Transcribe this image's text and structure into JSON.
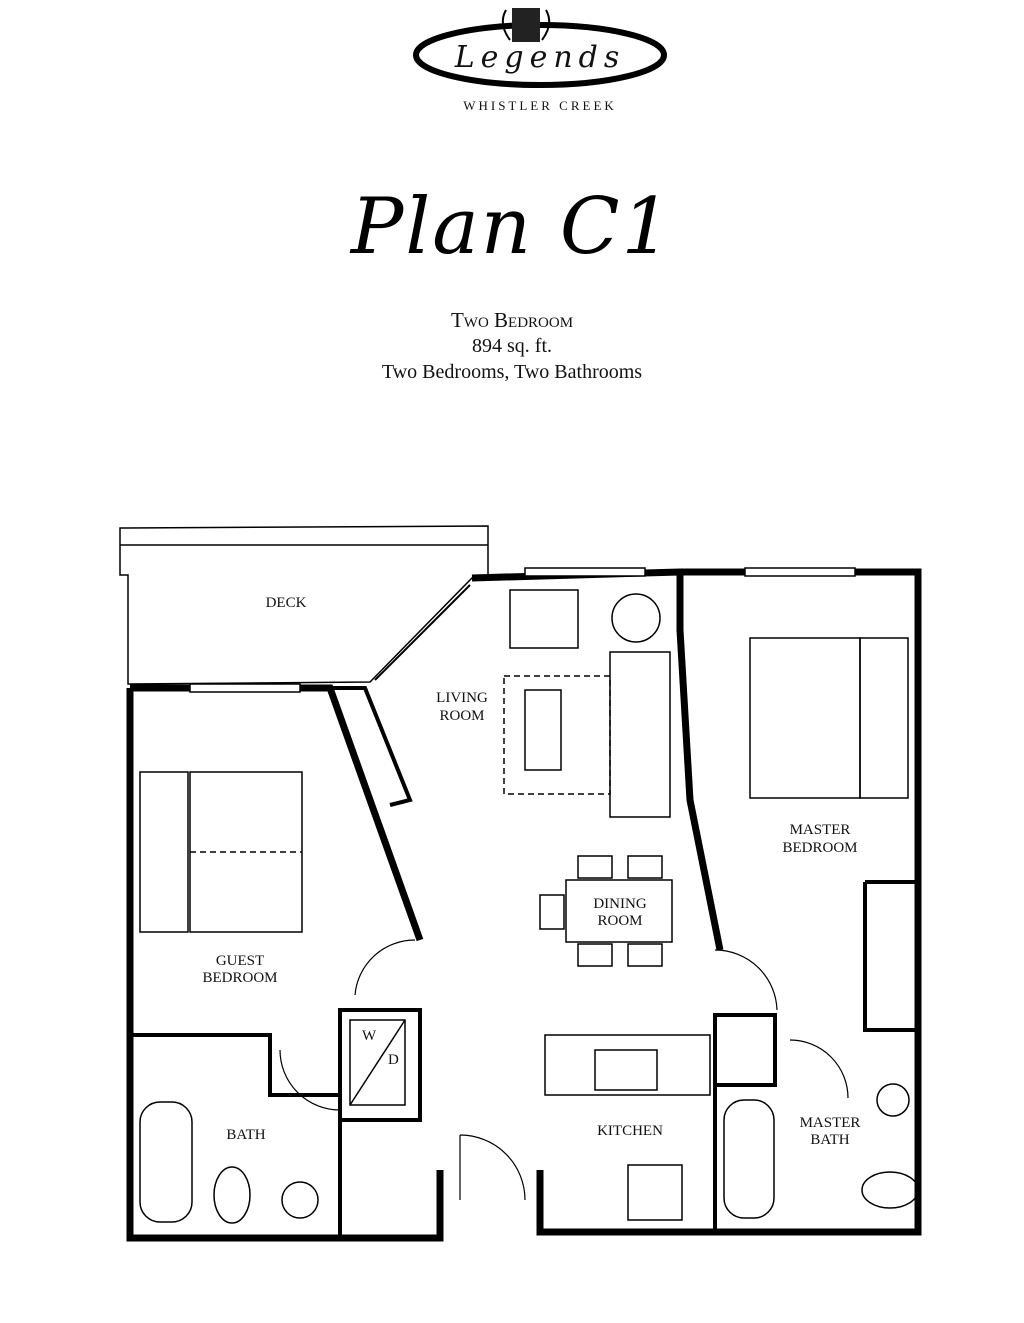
{
  "logo": {
    "wordmark": "Legends",
    "subtitle": "WHISTLER CREEK"
  },
  "plan": {
    "title": "Plan C1",
    "type": "Two Bedroom",
    "area": "894 sq. ft.",
    "rooms_summary": "Two Bedrooms, Two Bathrooms"
  },
  "rooms": {
    "deck": "DECK",
    "living_1": "LIVING",
    "living_2": "ROOM",
    "dining_1": "DINING",
    "dining_2": "ROOM",
    "master_1": "MASTER",
    "master_2": "BEDROOM",
    "guest_1": "GUEST",
    "guest_2": "BEDROOM",
    "bath": "BATH",
    "kitchen": "KITCHEN",
    "master_bath_1": "MASTER",
    "master_bath_2": "BATH",
    "wd_w": "W",
    "wd_d": "D"
  }
}
